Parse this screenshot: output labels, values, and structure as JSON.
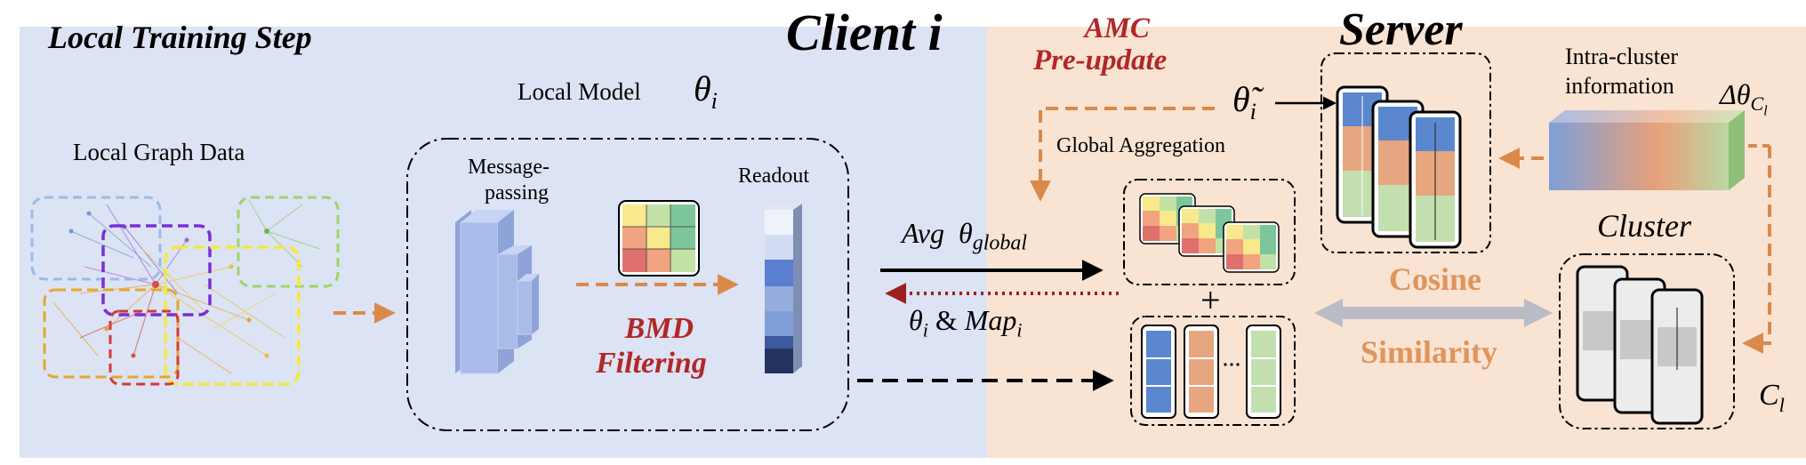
{
  "client": {
    "section_title": "Local Training Step",
    "big_title": "Client i",
    "graph_label": "Local Graph Data",
    "model_label": "Local Model",
    "model_symbol": "θ",
    "model_symbol_sub": "i",
    "message_passing_line1": "Message-",
    "message_passing_line2": "passing",
    "readout_label": "Readout",
    "bmd_line1": "BMD",
    "bmd_line2": "Filtering"
  },
  "arrows": {
    "avg_label": "Avg",
    "avg_symbol": "θ",
    "avg_symbol_sub": "global",
    "upload_symbol": "θ",
    "upload_symbol_sub": "i",
    "upload_amp": "&",
    "upload_map": "Map",
    "upload_map_sub": "i"
  },
  "server": {
    "big_title": "Server",
    "amc_line1": "AMC",
    "amc_line2": "Pre-update",
    "theta_tilde": "θ̃",
    "theta_tilde_sub": "i",
    "global_aggregation_label": "Global Aggregation",
    "intra_line1": "Intra-cluster",
    "intra_line2": "information",
    "delta_symbol": "Δθ",
    "delta_sub": "C",
    "delta_subsub": "l",
    "cluster_label": "Cluster",
    "cosine_label": "Cosine",
    "similarity_label": "Similarity",
    "plus_label": "+",
    "cluster_id": "C",
    "cluster_id_sub": "l"
  },
  "colors": {
    "client_bg": "#dce3f4",
    "server_bg": "#f9e3d3",
    "accent_red": "#b22727",
    "accent_orange": "#d98a4b",
    "cosine_orange": "#e0945b",
    "blue": "#5b87cf",
    "orange": "#e6a67f",
    "green": "#c3dfb0"
  }
}
